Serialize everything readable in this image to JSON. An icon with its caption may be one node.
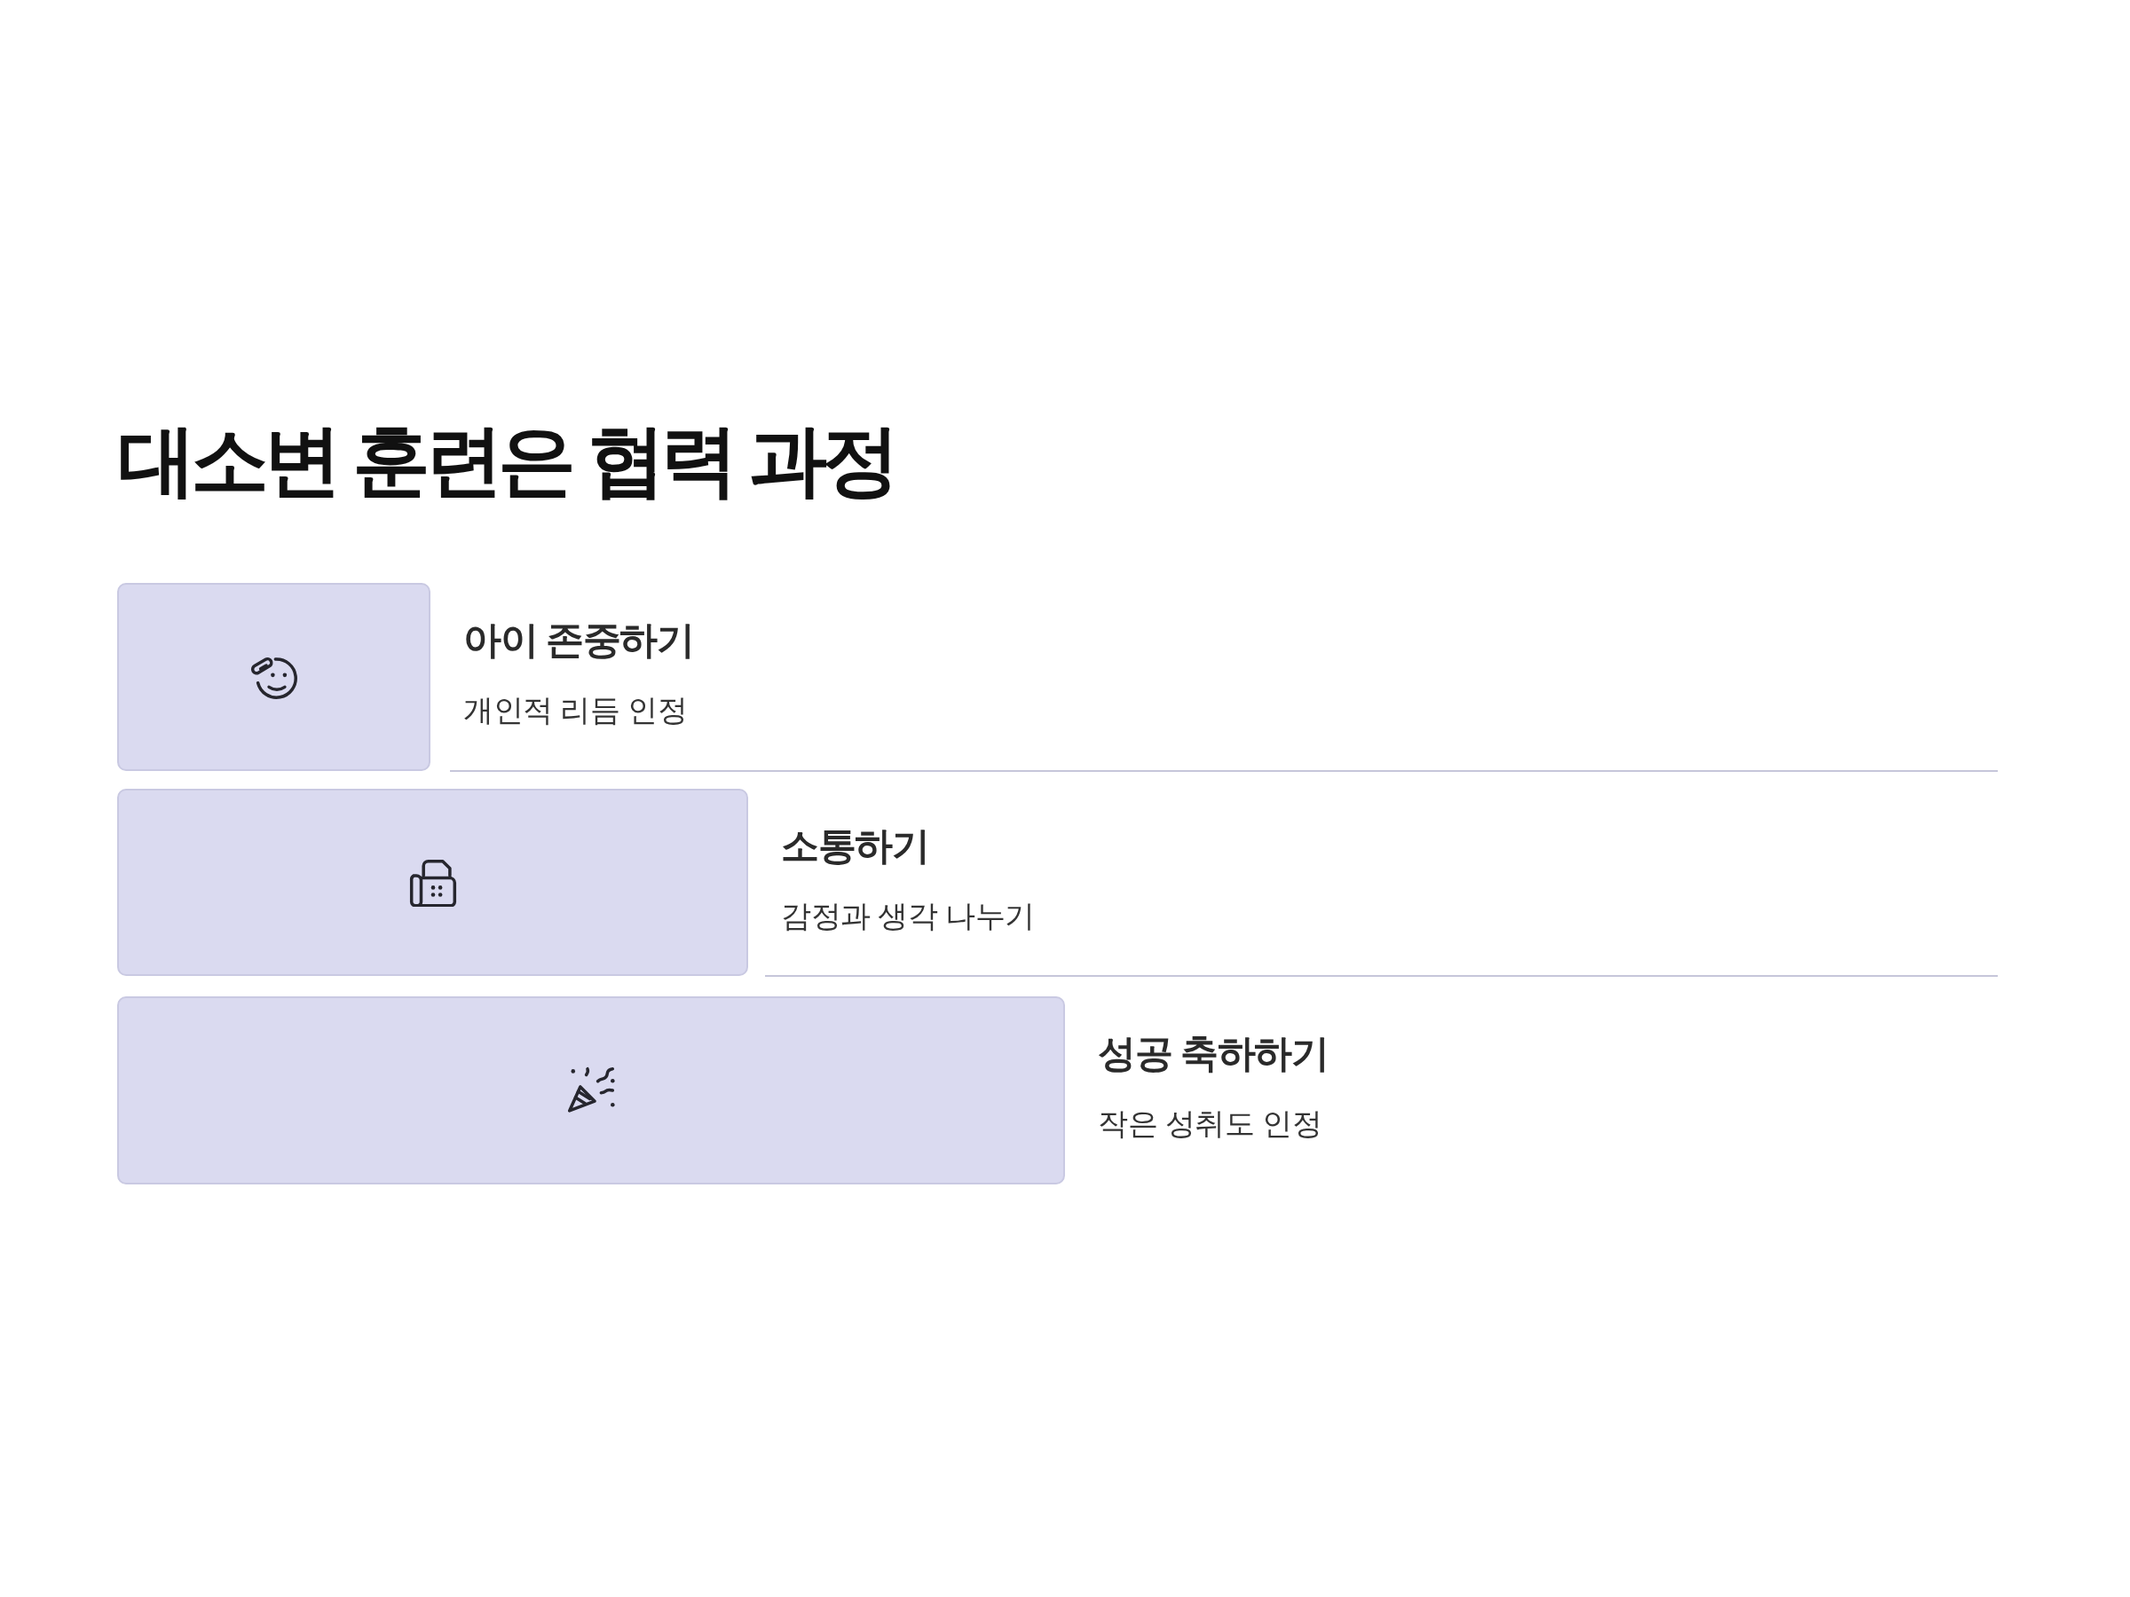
{
  "diagram": {
    "title": "대소변 훈련은 협력 과정",
    "nodes": [
      {
        "text": [
          "아이 존중하기",
          "개인적 리듬 인정"
        ]
      },
      {
        "text": [
          "소통하기",
          "감정과 생각 나누기"
        ]
      },
      {
        "text": [
          "성공 축하하기",
          "작은 성취도 인정"
        ]
      }
    ]
  }
}
